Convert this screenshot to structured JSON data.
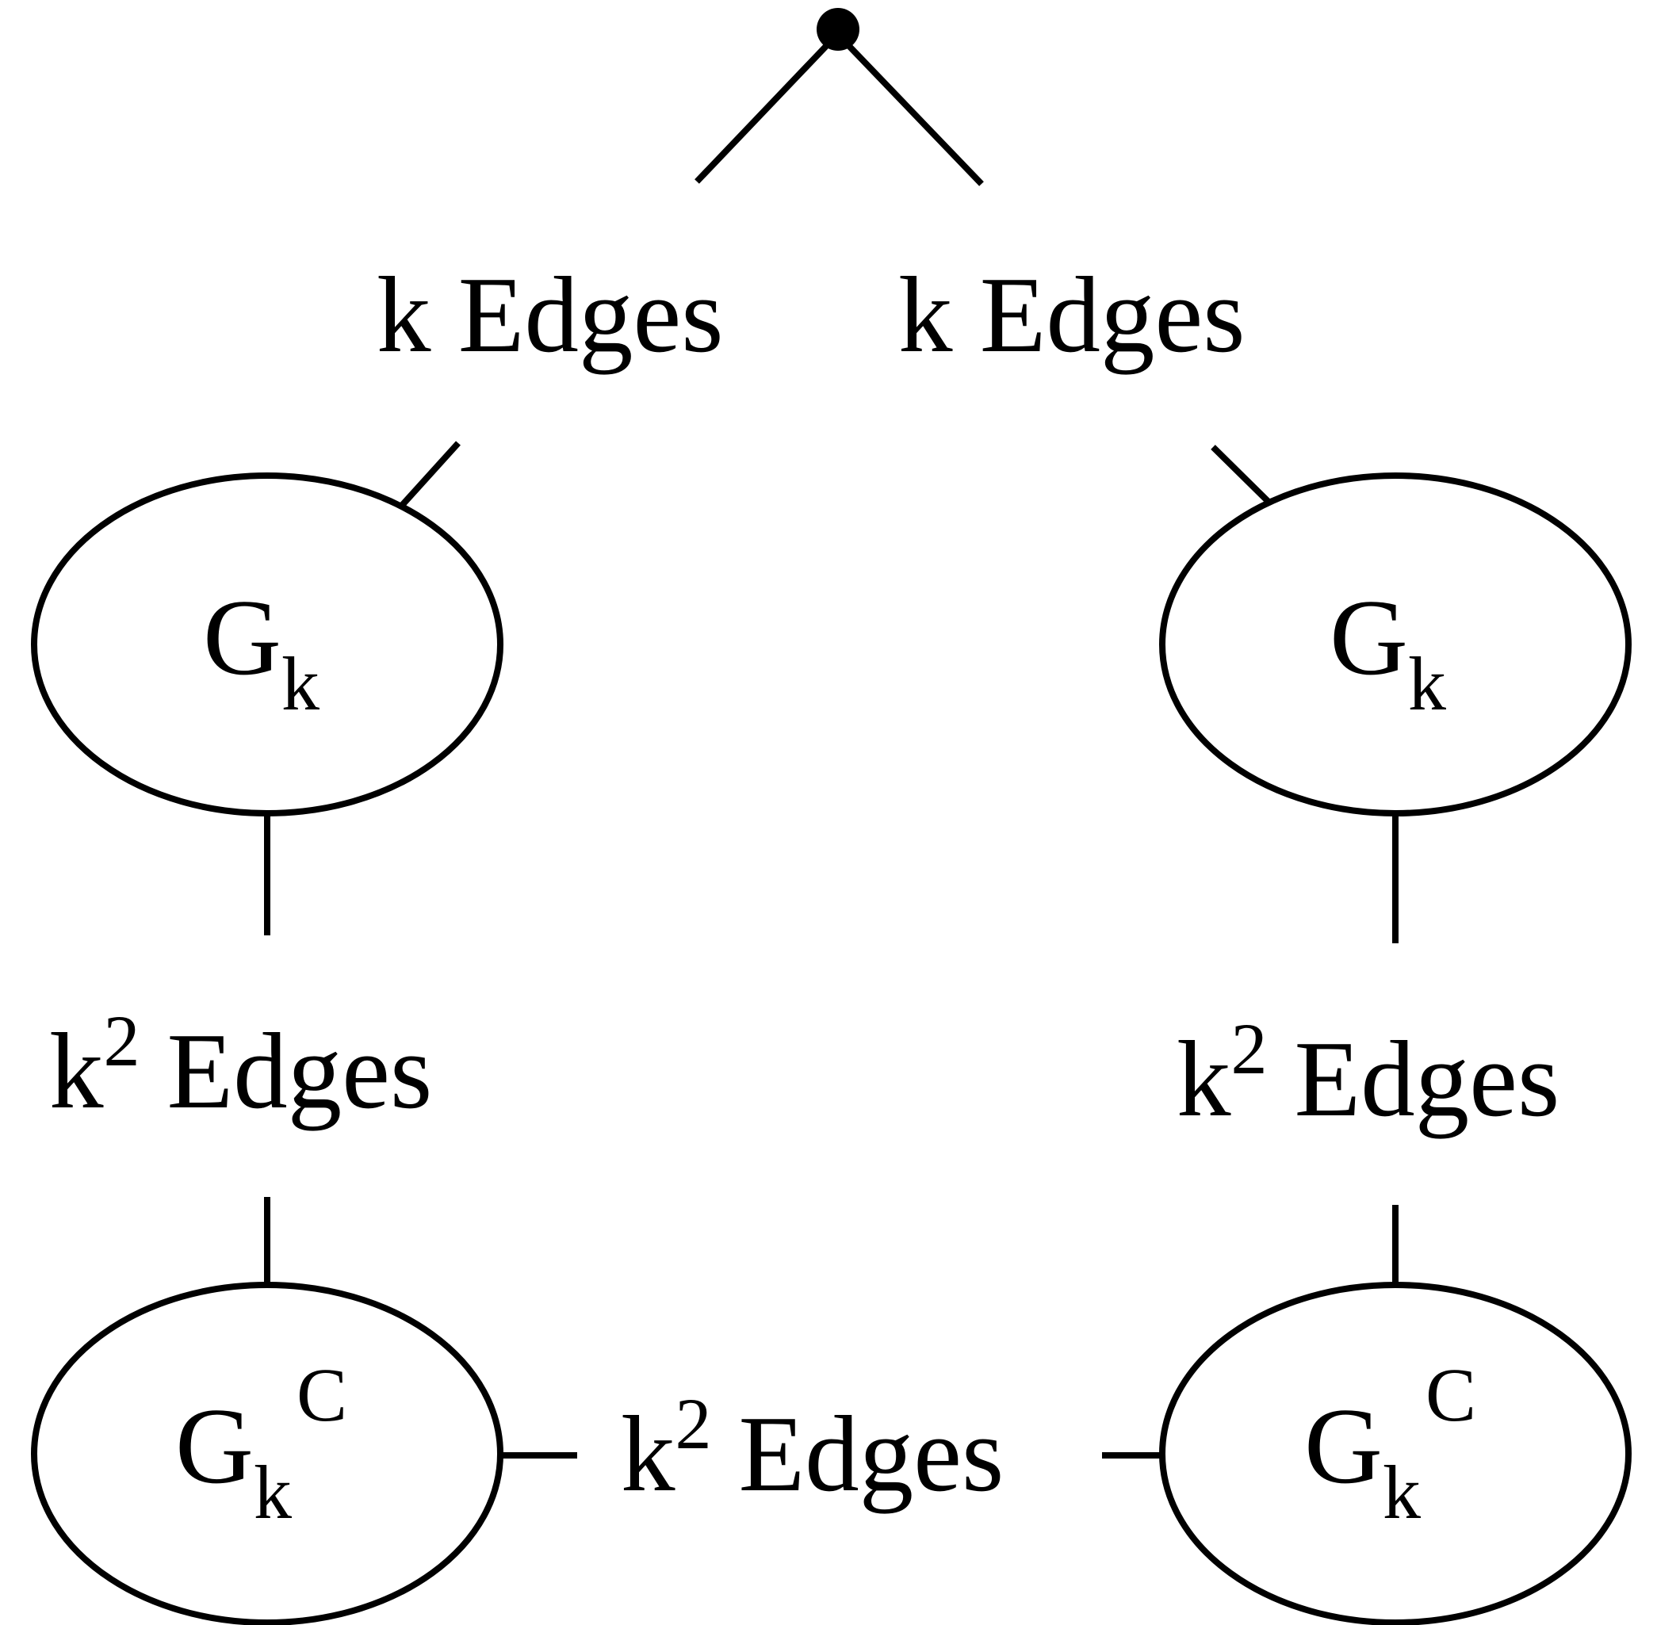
{
  "diagram": {
    "colors": {
      "stroke": "#000000",
      "background": "#ffffff"
    },
    "labels": {
      "top_left_edges": {
        "prefix": "k",
        "text": "Edges"
      },
      "top_right_edges": {
        "prefix": "k",
        "text": "Edges"
      },
      "left_middle_edges": {
        "prefix": "k",
        "power": "2",
        "text": "Edges"
      },
      "right_middle_edges": {
        "prefix": "k",
        "power": "2",
        "text": "Edges"
      },
      "bottom_middle_edges": {
        "prefix": "k",
        "power": "2",
        "text": "Edges"
      }
    },
    "nodes": {
      "top_left": {
        "base": "G",
        "subscript": "k"
      },
      "top_right": {
        "base": "G",
        "subscript": "k"
      },
      "bottom_left": {
        "base": "G",
        "subscript": "k",
        "superscript": "C"
      },
      "bottom_right": {
        "base": "G",
        "subscript": "k",
        "superscript": "C"
      }
    }
  }
}
